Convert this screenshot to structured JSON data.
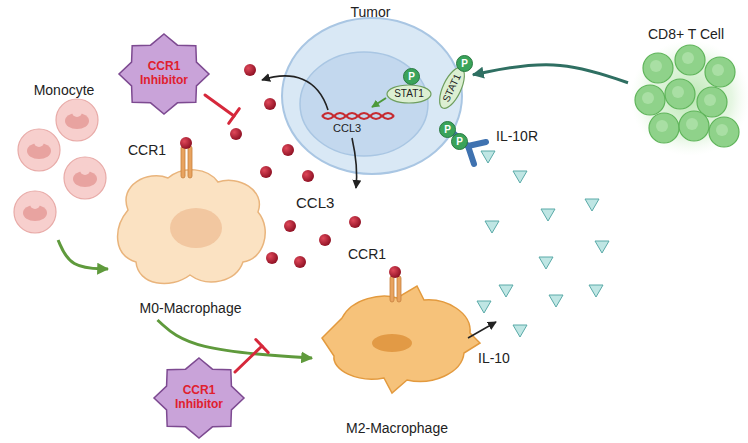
{
  "diagram": {
    "nodes": [
      {
        "text": [
          "Monocyte"
        ]
      },
      {
        "text": [
          "CCR1 Inhibitor"
        ]
      },
      {
        "text": [
          "M0-Macrophage"
        ]
      },
      {
        "text": [
          "Tumor"
        ]
      },
      {
        "text": [
          "STAT1"
        ],
        "in": 3
      },
      {
        "text": [
          "STAT1"
        ],
        "in": 3
      },
      {
        "text": [
          "CD8+ T Cell"
        ]
      },
      {
        "text": [
          "M2-Macrophage"
        ]
      },
      {
        "text": [
          "CCR1 Inhibitor"
        ]
      }
    ],
    "edges": [
      {
        "from": 0,
        "to": 2,
        "arrow": "to"
      },
      {
        "from": 2,
        "to": 7,
        "arrow": "to"
      },
      {
        "from": 6,
        "to": 3,
        "arrow": "to"
      }
    ],
    "labels": [
      "CCR1",
      "P",
      "P",
      "CCL3",
      "P",
      "P",
      "IL-10R",
      "CCL3",
      "CCR1",
      "IL-10"
    ]
  }
}
